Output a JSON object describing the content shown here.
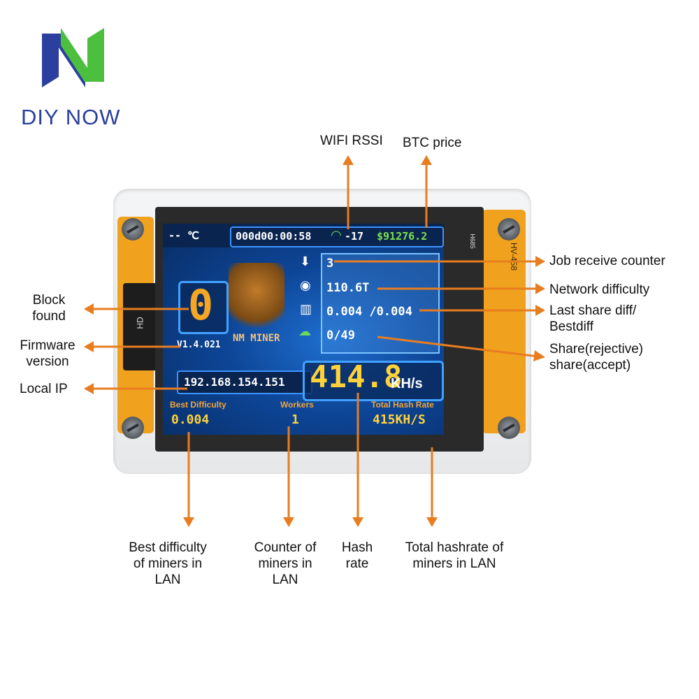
{
  "brand": {
    "name": "DIY NOW",
    "logo": "DIY NOW logo",
    "colors": {
      "blue": "#2b3f9e",
      "green": "#4cbf3f"
    }
  },
  "callouts": {
    "wifi_rssi": "WIFI RSSI",
    "btc_price": "BTC price",
    "job_counter": "Job receive counter",
    "network_difficulty": "Network difficulty",
    "last_share_diff_1": "Last share diff/",
    "last_share_diff_2": "Bestdiff",
    "share_1": "Share(rejective)",
    "share_2": "share(accept)",
    "block_found_1": "Block",
    "block_found_2": "found",
    "firmware_1": "Firmware",
    "firmware_2": "version",
    "local_ip": "Local IP",
    "best_diff_1": "Best difficulty",
    "best_diff_2": "of miners in",
    "best_diff_3": "LAN",
    "counter_1": "Counter of",
    "counter_2": "miners in",
    "counter_3": "LAN",
    "hash_1": "Hash",
    "hash_2": "rate",
    "total_1": "Total hashrate of",
    "total_2": "miners in LAN"
  },
  "screen": {
    "temperature": "-- ℃",
    "uptime": "000d00:00:58",
    "rssi_value": "-17",
    "btc_price": "$91276.2",
    "job_count": "3",
    "network_difficulty": "110.6T",
    "share_diff": "0.004 /0.004",
    "shares": "0/49",
    "block_found": "0",
    "firmware": "V1.4.021",
    "miner_logo": "NM MINER",
    "local_ip": "192.168.154.151",
    "hash_value": "414.8",
    "hash_unit": "KH/s",
    "best_difficulty_label": "Best Difficulty",
    "best_difficulty_value": "0.004",
    "workers_label": "Workers",
    "workers_value": "1",
    "total_hash_label": "Total Hash Rate",
    "total_hash_value": "415KH/S"
  },
  "board_labels": {
    "hd": "HD",
    "hv": "HV-458",
    "h": "H685"
  },
  "icons": [
    "download-icon",
    "globe-icon",
    "bar-chart-icon",
    "cloud-upload-icon",
    "wifi-icon"
  ],
  "accent": "#e87d20"
}
